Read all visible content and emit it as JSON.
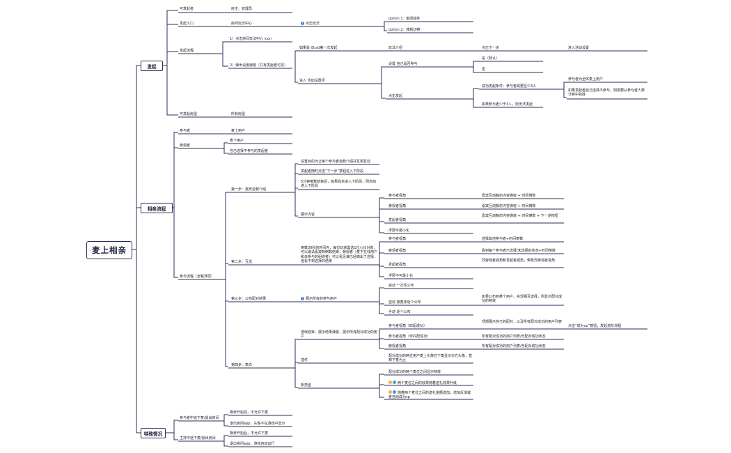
{
  "root": {
    "label": "麦上相亲"
  },
  "sections": [
    {
      "id": "faqi",
      "label": "发起"
    },
    {
      "id": "liucheng",
      "label": "相亲流程"
    },
    {
      "id": "teshu",
      "label": "特殊情况"
    }
  ],
  "nodes": {
    "kefaqizhe": "可发起者",
    "fangzhu": "房主、管理员",
    "faqirukou": "发起入口",
    "wanfazhongxin": "房间玩法中心",
    "dianjiwanfa": "点击玩法",
    "option1": "option 1：触发插件",
    "option2": "option 2：模板切换",
    "faqiliucheng": "发起流程",
    "step1": "1）点击房间玩法中心 icon",
    "step2": "2）弹出设置弹窗（只有发起者可见）",
    "ruguo_first": "如果是 该uid第一次发起",
    "wanfajieshao": "玩法介绍",
    "dianjixiayibu": "点击下一步",
    "jinruhuodongshezhi": "进入活动设置",
    "jinru_set": "进入 活动设置项",
    "shezhi_ziji": "设置 自己是否参与",
    "shi": "是（默认）",
    "fou": "否",
    "dianjifaqi": "点击发起",
    "success_cond": "成功发起条件：参与者需要至少3人",
    "canyuzhe_all": "参与者为全体麦上用户",
    "ruguo_faqizhe": "如果发起者自己选择不参与，则需要从参与者人数计算中扣除",
    "less3": "如果参与者少于3人，则无法发起",
    "kefaqi_fangxing": "可发起房型",
    "suoyou_fangxing": "所有房型",
    "canyuzhe": "参与者",
    "maishang_yonghu": "麦上用户",
    "pangguanzhe": "旁观者",
    "maixia_yonghu": "麦下用户",
    "ziji_xuanze": "自己选择不参与的发起者",
    "canyu_liucheng": "参与流程（全程浮层）",
    "diyibu": "第一步：嘉宾自我介绍",
    "shezhi_mudi": "设置目的为让每个参与者自我介绍并互相互动",
    "faqizhe_suishi": "发起者随时点击“下一步”按钮进入下阶段",
    "wufenzhong": "5分钟倒数结束后，如果尚未进入下阶段，则自动进入下阶段",
    "xianshi_neirong": "展示内容",
    "canyuzhe_shijiao": "参与者视角",
    "pangguanzhe_shijiao": "旁观者视角",
    "faqizhe_shijiao": "发起者视角",
    "fuceng_kezuixiao": "浮层可最小化",
    "jiabin_hudong1": "嘉宾互动静态内容弹窗 + 时间倒数",
    "jiabin_hudong2": "嘉宾互动静态内容弹窗 + 时间倒数",
    "jiabin_hudong3": "嘉宾互动静态内容弹窗 + 时间倒数 + 下一步按钮",
    "dierbu": "第二步：互选",
    "daoshu30": "倒数30秒的时间内，每位玩家需选1位心仪对象，可以邀请嘉宾到倒数结束，旁观者（麦下在线用户和未参与的组织者）可以看见谁已经做出了选择，但看不到选择的结果",
    "xuanze_canyuzhe": "选择其他参与者+时间倒数",
    "kandao_meige": "看到每个参与者已选择/未选择的状态+时间倒数",
    "tong_pangguan": "同旁观者视角和发起者视角，带嘉宾旁观者视角",
    "fuceng_bukezuixiao": "浮层不可最小化",
    "disanbu": "第三步：公布配对结果",
    "zhanshi_suoyou": "展示所有的参与用户",
    "zidong_yici": "自动 一次性公布",
    "zidong_anshunxu": "自动 按麦序逐个公布",
    "shoudong": "手动 逐个公布",
    "ruguo_gongbu": "如果公布到某个用户，实现相互选择，则显示配对成功的特效",
    "disibu": "第四步：表白",
    "youxi_jieshu": "游戏结束，展示结果弹窗，展示所有配对成功的用户",
    "canyuzhe_peidui": "参与者视角（匹配成功）",
    "canyuzhe_weipeidui": "参与者视角（未匹配成功）",
    "pangguanzhe_v4": "旁观者视角",
    "dingbu_zhanshi": "顶部展示自己的配对，以及所有配对成功的用户列表",
    "suoyou_peidui1": "所有配对成功的用户列表/无配对成功状态",
    "suoyou_peidui2": "所有配对成功的用户列表/无配对成功状态",
    "dianji_cp": "点击“成为cp”按钮，发起进阶流程",
    "chajian": "插件",
    "peidui_chenggong": "配对成功的两位用户麦上头像在下角显示对方头像，直到下麦为止",
    "xinleixing": "新类型",
    "peidui_maiwei": "配对成功的两个麦位之间显示特效",
    "liangge_maiwei": "两个麦位之间的效果随着送礼效果升级",
    "suizhe_liangge": "随着两个麦位之间的送礼金额增加，增加反馈或者自动成为cp",
    "canyuzhe_zhongtu": "参与者中途下麦/退出房间",
    "xiangqin_kaishi1": "相亲开始前，不允许下麦",
    "tuichu_fangjian1": "退出房间app，头像不在游戏中显示",
    "zhuchizhe_zhongtu": "主持中途下麦/退出房间",
    "xiangqin_kaishi2": "相亲开始后，不允许下麦",
    "tuichu_fangjian2": "退出房间app，游戏自动运行"
  }
}
